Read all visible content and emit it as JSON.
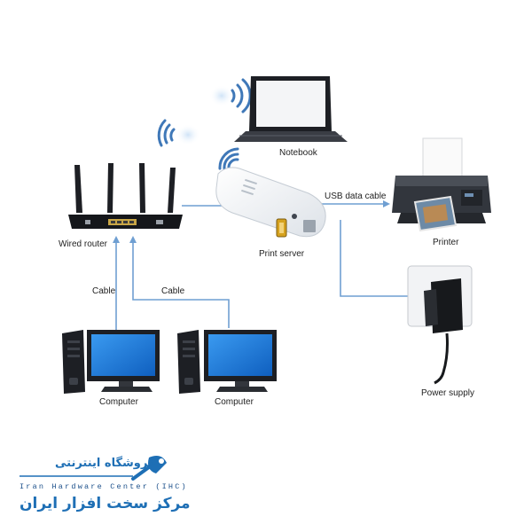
{
  "diagram": {
    "labels": {
      "notebook": "Notebook",
      "usb_data_cable": "USB data cable",
      "wired_router": "Wired router",
      "print_server": "Print server",
      "printer": "Printer",
      "cable_left": "Cable",
      "cable_right": "Cable",
      "power_supply": "Power supply",
      "computer_left": "Computer",
      "computer_right": "Computer"
    },
    "colors": {
      "connector_line": "#6f9fd2",
      "wifi_wave": "#3f78b8",
      "screen_blue": "#1f78d8",
      "device_dark": "#1d1f24",
      "logo_blue": "#1e6fb5"
    }
  },
  "logo": {
    "latin_text": "Iran Hardware Center (IHC)",
    "persian_top": "فروشگاه اینترنتی",
    "persian_name": "مرکز سخت افزار ایران"
  }
}
